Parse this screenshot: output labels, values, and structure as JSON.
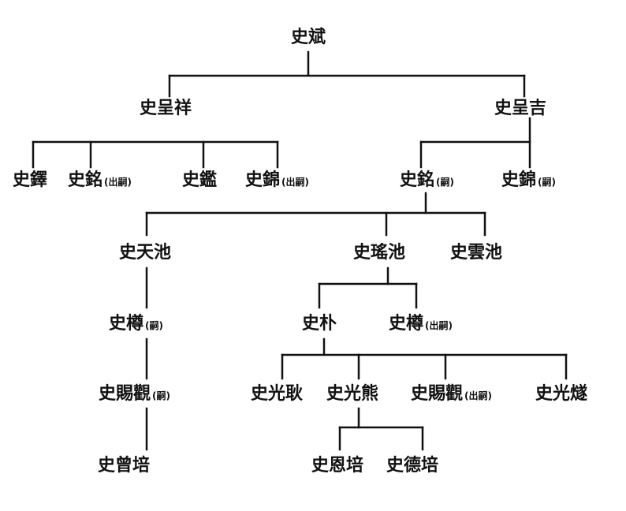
{
  "nodes": [
    {
      "id": "n1",
      "name": "史斌"
    },
    {
      "id": "n2",
      "name": "史呈祥"
    },
    {
      "id": "n3",
      "name": "史呈吉"
    },
    {
      "id": "n4",
      "name": "史鐸"
    },
    {
      "id": "n5",
      "name": "史銘",
      "note": "(出嗣)"
    },
    {
      "id": "n6",
      "name": "史鑑"
    },
    {
      "id": "n7",
      "name": "史錦",
      "note": "(出嗣)"
    },
    {
      "id": "n8",
      "name": "史銘",
      "note": "(嗣)"
    },
    {
      "id": "n9",
      "name": "史錦",
      "note": "(嗣)"
    },
    {
      "id": "n10",
      "name": "史天池"
    },
    {
      "id": "n11",
      "name": "史瑤池"
    },
    {
      "id": "n12",
      "name": "史雲池"
    },
    {
      "id": "n13",
      "name": "史樽",
      "note": "(嗣)"
    },
    {
      "id": "n14",
      "name": "史朴"
    },
    {
      "id": "n15",
      "name": "史樽",
      "note": "(出嗣)"
    },
    {
      "id": "n16",
      "name": "史賜觀",
      "note": "(嗣)"
    },
    {
      "id": "n17",
      "name": "史光耿"
    },
    {
      "id": "n18",
      "name": "史光熊"
    },
    {
      "id": "n19",
      "name": "史賜觀",
      "note": "(出嗣)"
    },
    {
      "id": "n20",
      "name": "史光燧"
    },
    {
      "id": "n21",
      "name": "史曾培"
    },
    {
      "id": "n22",
      "name": "史恩培"
    },
    {
      "id": "n23",
      "name": "史德培"
    }
  ]
}
